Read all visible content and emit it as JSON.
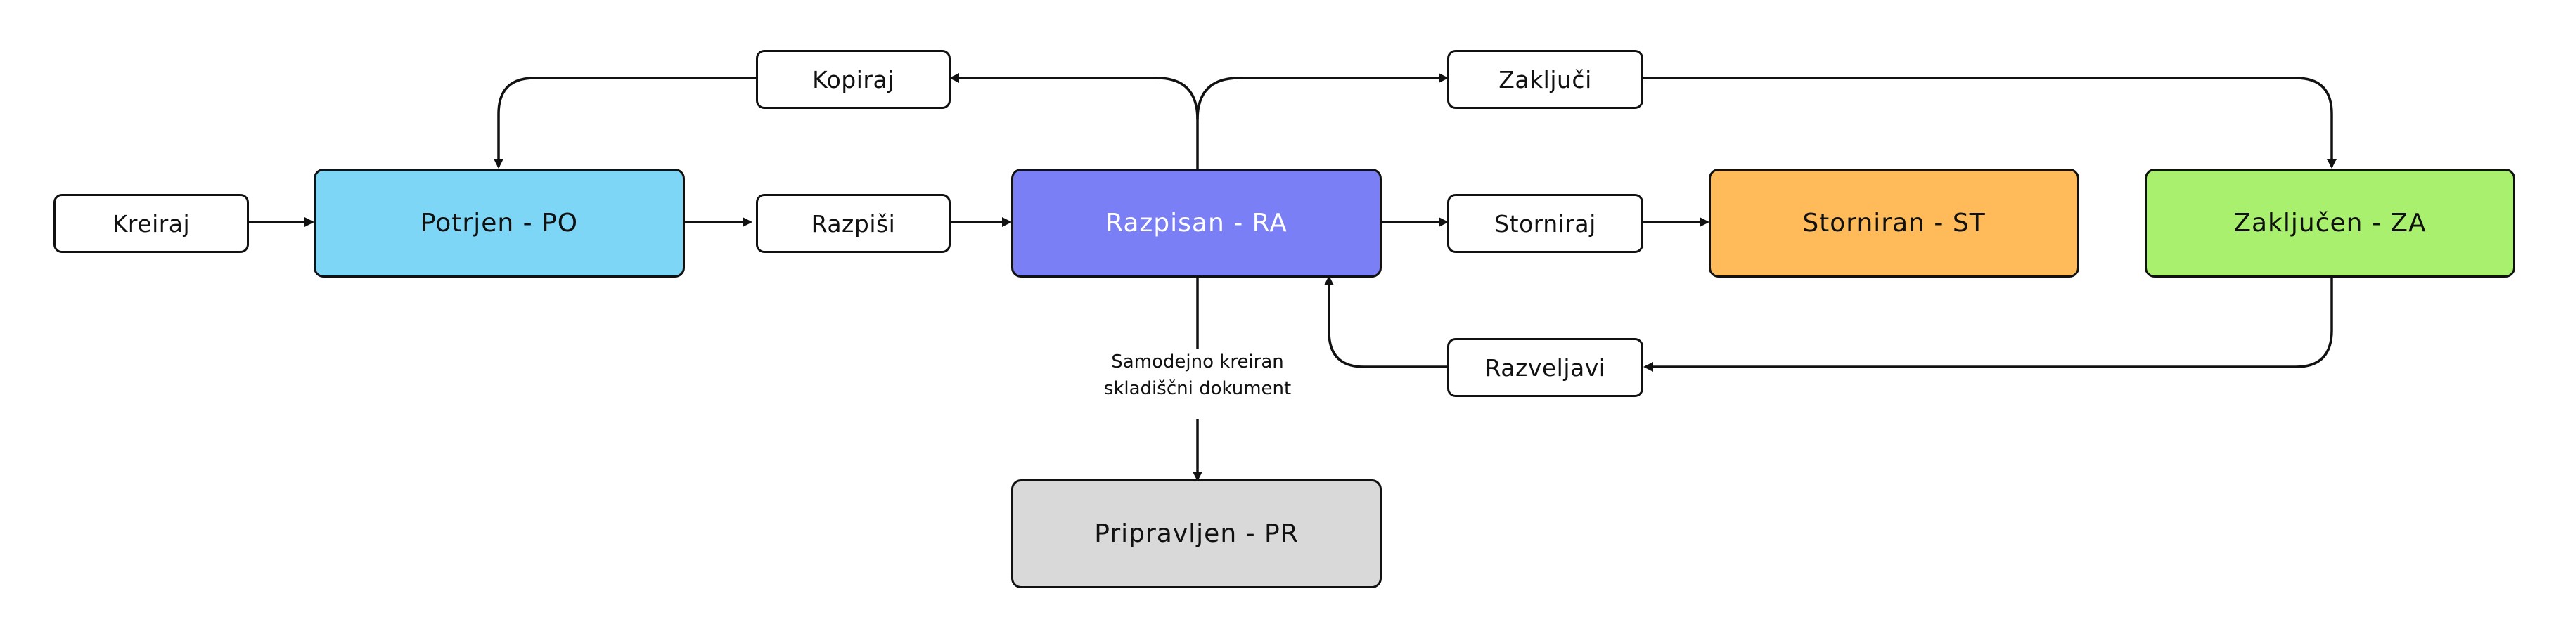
{
  "colors": {
    "potrjen": "#7dd6f6",
    "razpisan": "#7b7ff6",
    "storniran": "#ffbb5a",
    "zakljucen": "#a8f06e",
    "pripravljen": "#d9d9d9",
    "stroke": "#111111"
  },
  "actions": {
    "kreiraj": "Kreiraj",
    "razpisi": "Razpiši",
    "kopiraj": "Kopiraj",
    "zakljuci": "Zaključi",
    "storniraj": "Storniraj",
    "razveljavi": "Razveljavi"
  },
  "states": {
    "potrjen": "Potrjen - PO",
    "razpisan": "Razpisan - RA",
    "storniran": "Storniran - ST",
    "zakljucen": "Zaključen - ZA",
    "pripravljen": "Pripravljen - PR"
  },
  "note": {
    "line1": "Samodejno kreiran",
    "line2": "skladiščni dokument"
  }
}
